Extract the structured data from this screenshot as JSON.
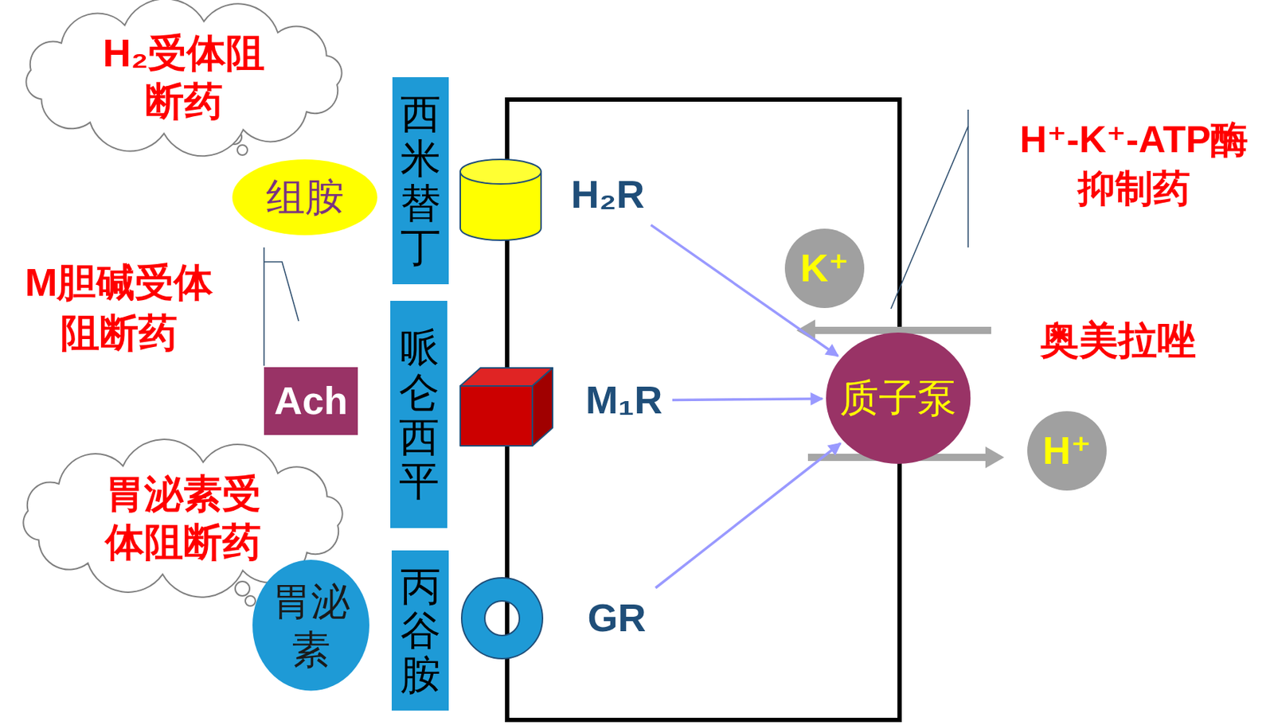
{
  "diagram": {
    "nodes": [
      {
        "text": [
          "H₂受体阻 断药"
        ]
      },
      {
        "text": [
          "西米替丁"
        ]
      },
      {
        "text": [
          "组胺"
        ]
      },
      {
        "text": [
          "H₂R"
        ]
      },
      {
        "text": [
          "Ach"
        ]
      },
      {
        "text": [
          "哌仑西平"
        ]
      },
      {
        "text": [
          "M₁R"
        ]
      },
      {
        "text": [
          "K⁺"
        ]
      },
      {
        "text": [
          "质子泵"
        ]
      },
      {
        "text": [
          "H⁺"
        ]
      },
      {
        "text": [
          "胃泌素受 体阻断药"
        ]
      },
      {
        "text": [
          "丙谷胺"
        ]
      },
      {
        "text": [
          "胃泌 素"
        ]
      },
      {
        "text": [
          "GR"
        ]
      }
    ],
    "edges": [
      {
        "from": 3,
        "to": 8,
        "arrow": "to"
      },
      {
        "from": 6,
        "to": 8,
        "arrow": "to"
      },
      {
        "from": 13,
        "to": 8,
        "arrow": "to"
      }
    ],
    "labels": [
      "M胆碱受体 阻断药",
      "H⁺-K⁺-ATP酶 抑制药",
      "奥美拉唑"
    ]
  }
}
